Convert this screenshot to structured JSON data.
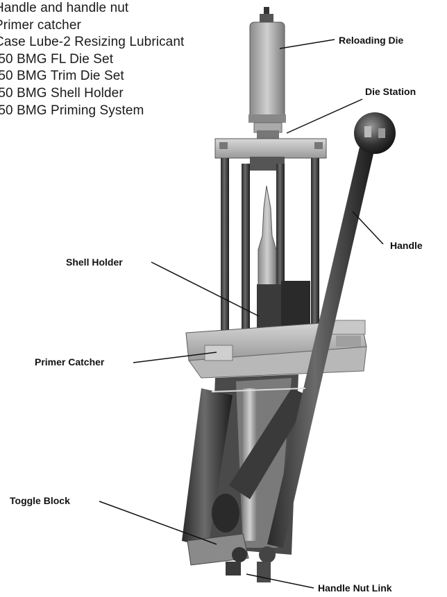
{
  "parts_list": [
    "Handle and handle nut",
    "Primer catcher",
    "Case Lube-2 Resizing Lubricant",
    ".50 BMG FL Die Set",
    ".50 BMG Trim Die Set",
    ".50 BMG Shell Holder",
    ".50 BMG Priming System"
  ],
  "callouts": {
    "reloading_die": "Reloading Die",
    "die_station": "Die Station",
    "handle": "Handle",
    "shell_holder": "Shell Holder",
    "primer_catcher": "Primer Catcher",
    "toggle_block": "Toggle Block",
    "handle_nut_link": "Handle Nut Link"
  }
}
